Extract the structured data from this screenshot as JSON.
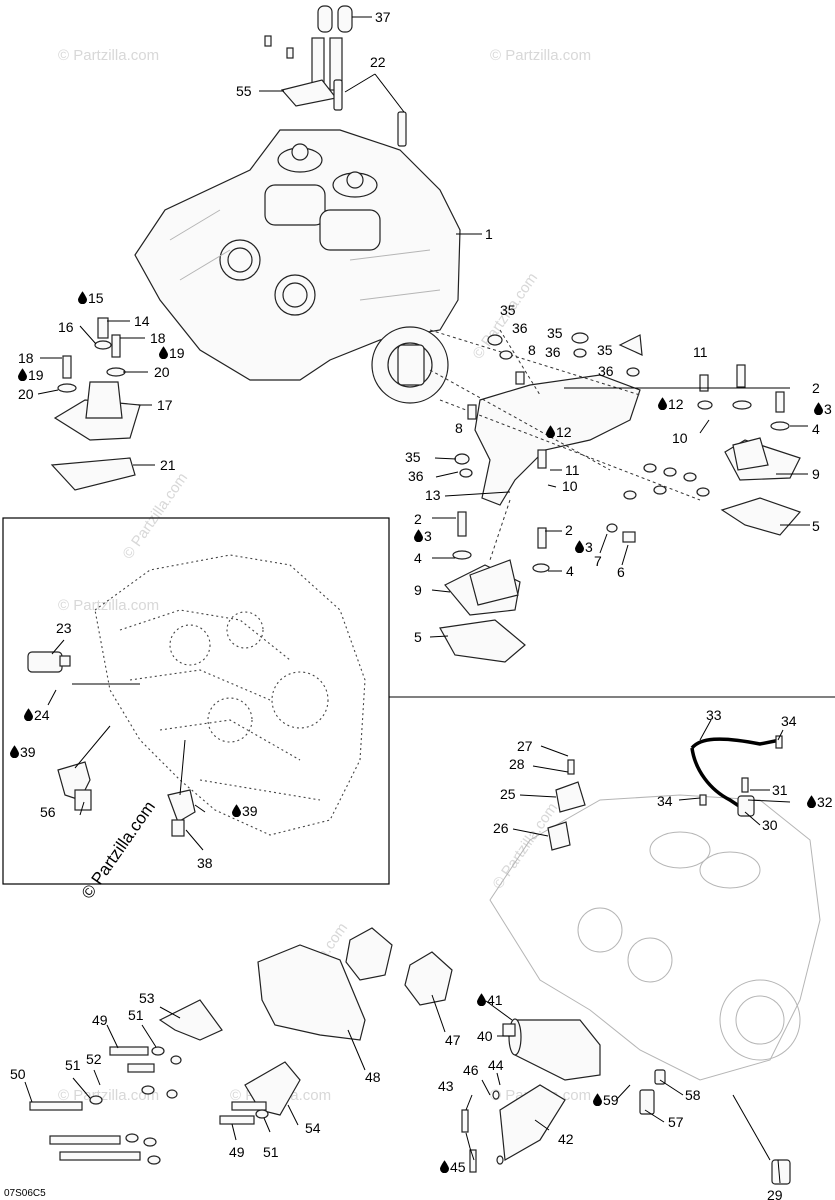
{
  "diagram": {
    "watermark": "© Partzilla.com",
    "figure_code": "07S06C5",
    "callouts": [
      {
        "id": "c37",
        "label": "37",
        "drop": false
      },
      {
        "id": "c22",
        "label": "22",
        "drop": false
      },
      {
        "id": "c55",
        "label": "55",
        "drop": false
      },
      {
        "id": "c1",
        "label": "1",
        "drop": false
      },
      {
        "id": "c15",
        "label": "15",
        "drop": true
      },
      {
        "id": "c14",
        "label": "14",
        "drop": false
      },
      {
        "id": "c16",
        "label": "16",
        "drop": false
      },
      {
        "id": "c18a",
        "label": "18",
        "drop": false
      },
      {
        "id": "c18b",
        "label": "18",
        "drop": false
      },
      {
        "id": "c19a",
        "label": "19",
        "drop": true
      },
      {
        "id": "c19b",
        "label": "19",
        "drop": true
      },
      {
        "id": "c20a",
        "label": "20",
        "drop": false
      },
      {
        "id": "c20b",
        "label": "20",
        "drop": false
      },
      {
        "id": "c17",
        "label": "17",
        "drop": false
      },
      {
        "id": "c21",
        "label": "21",
        "drop": false
      },
      {
        "id": "c35a",
        "label": "35",
        "drop": false
      },
      {
        "id": "c36a",
        "label": "36",
        "drop": false
      },
      {
        "id": "c8a",
        "label": "8",
        "drop": false
      },
      {
        "id": "c35b",
        "label": "35",
        "drop": false
      },
      {
        "id": "c36b",
        "label": "36",
        "drop": false
      },
      {
        "id": "c35c",
        "label": "35",
        "drop": false
      },
      {
        "id": "c36c",
        "label": "36",
        "drop": false
      },
      {
        "id": "c11a",
        "label": "11",
        "drop": false
      },
      {
        "id": "c12a",
        "label": "12",
        "drop": true
      },
      {
        "id": "c10a",
        "label": "10",
        "drop": false
      },
      {
        "id": "c2a",
        "label": "2",
        "drop": false
      },
      {
        "id": "c3a",
        "label": "3",
        "drop": true
      },
      {
        "id": "c4a",
        "label": "4",
        "drop": false
      },
      {
        "id": "c9a",
        "label": "9",
        "drop": false
      },
      {
        "id": "c5a",
        "label": "5",
        "drop": false
      },
      {
        "id": "c8b",
        "label": "8",
        "drop": false
      },
      {
        "id": "c12b",
        "label": "12",
        "drop": true
      },
      {
        "id": "c35d",
        "label": "35",
        "drop": false
      },
      {
        "id": "c36d",
        "label": "36",
        "drop": false
      },
      {
        "id": "c11b",
        "label": "11",
        "drop": false
      },
      {
        "id": "c10b",
        "label": "10",
        "drop": false
      },
      {
        "id": "c13",
        "label": "13",
        "drop": false
      },
      {
        "id": "c2b",
        "label": "2",
        "drop": false
      },
      {
        "id": "c3b",
        "label": "3",
        "drop": true
      },
      {
        "id": "c2c",
        "label": "2",
        "drop": false
      },
      {
        "id": "c3c",
        "label": "3",
        "drop": true
      },
      {
        "id": "c4b",
        "label": "4",
        "drop": false
      },
      {
        "id": "c4c",
        "label": "4",
        "drop": false
      },
      {
        "id": "c7",
        "label": "7",
        "drop": false
      },
      {
        "id": "c6",
        "label": "6",
        "drop": false
      },
      {
        "id": "c9b",
        "label": "9",
        "drop": false
      },
      {
        "id": "c5b",
        "label": "5",
        "drop": false
      },
      {
        "id": "c23",
        "label": "23",
        "drop": false
      },
      {
        "id": "c24",
        "label": "24",
        "drop": true
      },
      {
        "id": "c39a",
        "label": "39",
        "drop": true
      },
      {
        "id": "c56",
        "label": "56",
        "drop": false
      },
      {
        "id": "c39b",
        "label": "39",
        "drop": true
      },
      {
        "id": "c38",
        "label": "38",
        "drop": false
      },
      {
        "id": "c33",
        "label": "33",
        "drop": false
      },
      {
        "id": "c34a",
        "label": "34",
        "drop": false
      },
      {
        "id": "c27",
        "label": "27",
        "drop": false
      },
      {
        "id": "c28",
        "label": "28",
        "drop": false
      },
      {
        "id": "c31",
        "label": "31",
        "drop": false
      },
      {
        "id": "c25",
        "label": "25",
        "drop": false
      },
      {
        "id": "c34b",
        "label": "34",
        "drop": false
      },
      {
        "id": "c32",
        "label": "32",
        "drop": true
      },
      {
        "id": "c30",
        "label": "30",
        "drop": false
      },
      {
        "id": "c26",
        "label": "26",
        "drop": false
      },
      {
        "id": "c53",
        "label": "53",
        "drop": false
      },
      {
        "id": "c49a",
        "label": "49",
        "drop": false
      },
      {
        "id": "c51a",
        "label": "51",
        "drop": false
      },
      {
        "id": "c47",
        "label": "47",
        "drop": false
      },
      {
        "id": "c41",
        "label": "41",
        "drop": true
      },
      {
        "id": "c40",
        "label": "40",
        "drop": false
      },
      {
        "id": "c48",
        "label": "48",
        "drop": false
      },
      {
        "id": "c50",
        "label": "50",
        "drop": false
      },
      {
        "id": "c51b",
        "label": "51",
        "drop": false
      },
      {
        "id": "c52",
        "label": "52",
        "drop": false
      },
      {
        "id": "c46",
        "label": "46",
        "drop": false
      },
      {
        "id": "c44",
        "label": "44",
        "drop": false
      },
      {
        "id": "c43",
        "label": "43",
        "drop": false
      },
      {
        "id": "c58",
        "label": "58",
        "drop": false
      },
      {
        "id": "c59",
        "label": "59",
        "drop": true
      },
      {
        "id": "c54",
        "label": "54",
        "drop": false
      },
      {
        "id": "c57",
        "label": "57",
        "drop": false
      },
      {
        "id": "c42",
        "label": "42",
        "drop": false
      },
      {
        "id": "c49b",
        "label": "49",
        "drop": false
      },
      {
        "id": "c51c",
        "label": "51",
        "drop": false
      },
      {
        "id": "c45",
        "label": "45",
        "drop": true
      },
      {
        "id": "c29",
        "label": "29",
        "drop": false
      }
    ]
  }
}
